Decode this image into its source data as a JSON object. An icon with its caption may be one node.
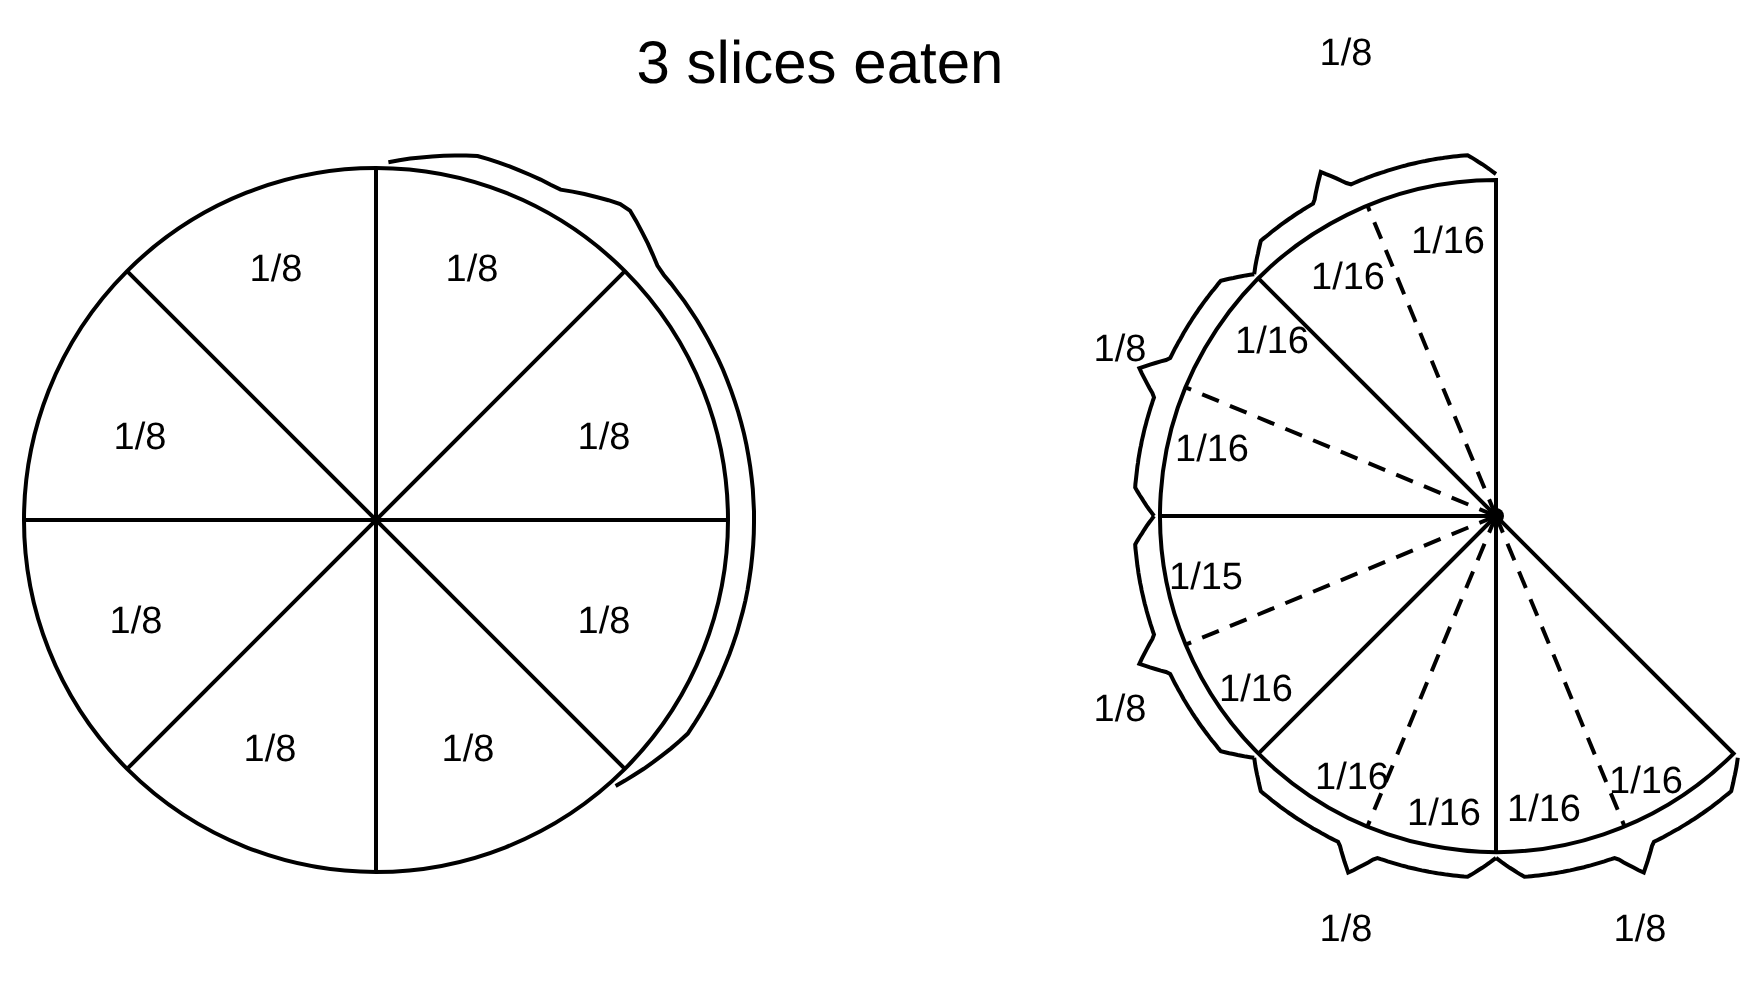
{
  "diagram": {
    "labels": [
      "3 slices eaten",
      "1/8",
      "1/8",
      "1/8",
      "1/8",
      "1/8",
      "1/8",
      "1/8",
      "1/8",
      "1/8",
      "1/16",
      "1/16",
      "1/8",
      "1/16",
      "1/16",
      "1/15",
      "1/16",
      "1/8",
      "1/16",
      "1/16",
      "1/16",
      "1/16",
      "1/8",
      "1/8"
    ]
  }
}
